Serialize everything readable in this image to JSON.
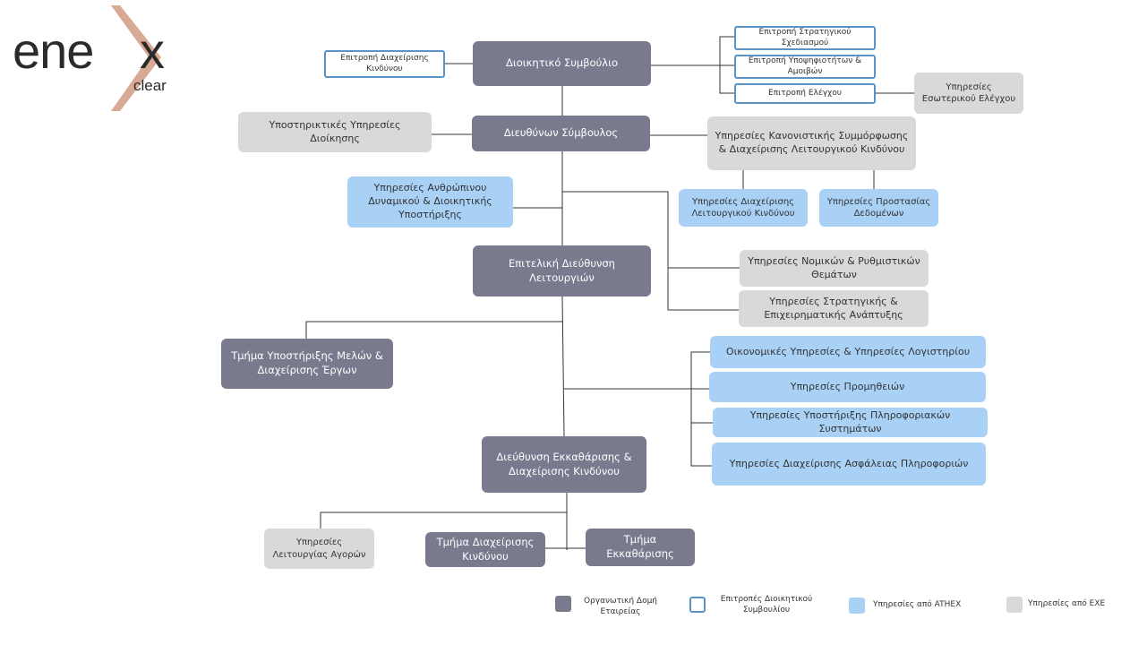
{
  "logo": {
    "main": "ene",
    "x": "x",
    "sub": "clear",
    "accent": "#d8a994"
  },
  "colors": {
    "dark": "#7a7a8f",
    "outline": "#5b93c7",
    "blue": "#a9d1f5",
    "gray": "#d9d9d9"
  },
  "nodes": {
    "board": "Διοικητικό Συμβούλιο",
    "risk_committee": "Επιτροπή Διαχείρισης Κινδύνου",
    "strategic_committee": "Επιτροπή Στρατηγικού Σχεδιασμού",
    "nominations_committee": "Επιτροπή Υποψηφιοτήτων & Αμοιβών",
    "audit_committee": "Επιτροπή Ελέγχου",
    "internal_audit": "Υπηρεσίες Εσωτερικού Ελέγχου",
    "ceo": "Διευθύνων Σύμβουλος",
    "admin_support": "Υποστηρικτικές Υπηρεσίες Διοίκησης",
    "compliance": "Υπηρεσίες Κανονιστικής Συμμόρφωσης & Διαχείρισης Λειτουργικού Κινδύνου",
    "operational_risk": "Υπηρεσίες Διαχείρισης Λειτουργικού Κινδύνου",
    "data_protection": "Υπηρεσίες Προστασίας Δεδομένων",
    "hr": "Υπηρεσίες Ανθρώπινου Δυναμικού & Διοικητικής Υποστήριξης",
    "legal": "Υπηρεσίες Νομικών & Ρυθμιστικών Θεμάτων",
    "strategy": "Υπηρεσίες Στρατηγικής & Επιχειρηματικής Ανάπτυξης",
    "exec_ops": "Επιτελική Διεύθυνση Λειτουργιών",
    "member_support": "Τμήμα Υποστήριξης Μελών & Διαχείρισης Έργων",
    "finance": "Οικονομικές Υπηρεσίες & Υπηρεσίες Λογιστηρίου",
    "procurement": "Υπηρεσίες Προμηθειών",
    "it_support": "Υπηρεσίες Υποστήριξης Πληροφοριακών Συστημάτων",
    "infosec": "Υπηρεσίες Διαχείρισης Ασφάλειας Πληροφοριών",
    "clearing_dir": "Διεύθυνση Εκκαθάρισης & Διαχείρισης Κινδύνου",
    "market_ops": "Υπηρεσίες Λειτουργίας Αγορών",
    "risk_dept": "Τμήμα Διαχείρισης Κινδύνου",
    "clearing_dept": "Τμήμα Εκκαθάρισης"
  },
  "legend": {
    "org": "Οργανωτική Δομή Εταιρείας",
    "committees": "Επιτροπές Διοικητικού Συμβουλίου",
    "athex": "Υπηρεσίες από ATHEX",
    "exe": "Υπηρεσίες από ΕΧΕ"
  }
}
